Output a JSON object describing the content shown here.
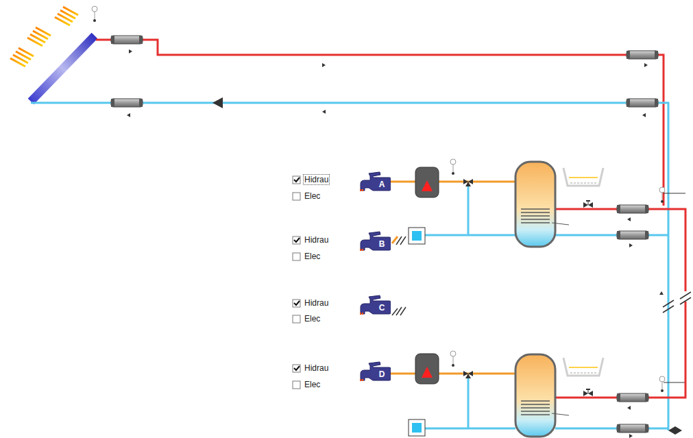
{
  "diagram": {
    "nodes": [
      {
        "text": [
          "A"
        ]
      },
      {
        "text": [
          "B"
        ]
      },
      {
        "text": [
          "C"
        ]
      },
      {
        "text": [
          "D"
        ]
      }
    ],
    "labels": [
      "Hidrau",
      "Elec",
      "Hidrau",
      "Elec",
      "Hidrau",
      "Elec",
      "Hidrau",
      "Elec"
    ]
  }
}
